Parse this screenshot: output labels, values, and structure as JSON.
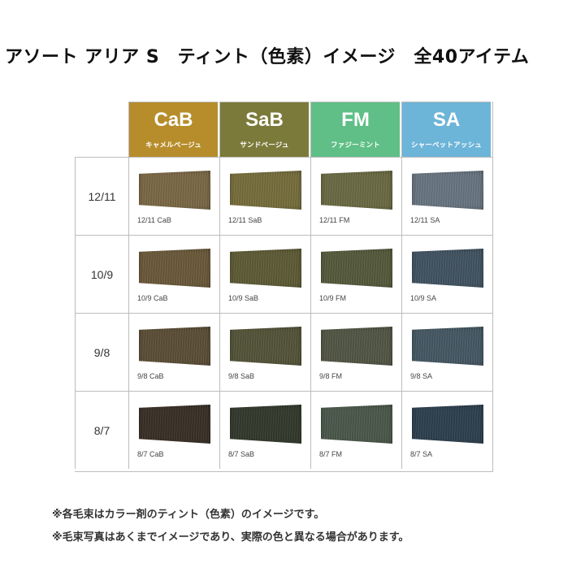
{
  "title": "アソート アリア S　ティント（色素）イメージ　全40アイテム",
  "columns": [
    {
      "code": "CaB",
      "name": "キャメルベージュ",
      "color": "#b78d2b"
    },
    {
      "code": "SaB",
      "name": "サンドベージュ",
      "color": "#7c7a3a"
    },
    {
      "code": "FM",
      "name": "ファジーミント",
      "color": "#5fbf86"
    },
    {
      "code": "SA",
      "name": "シャーベットアッシュ",
      "color": "#6cb4d8"
    }
  ],
  "rows": [
    {
      "level": "12/11",
      "cells": [
        {
          "label": "12/11 CaB",
          "color": "#7d6a48"
        },
        {
          "label": "12/11 SaB",
          "color": "#79703e"
        },
        {
          "label": "12/11 FM",
          "color": "#6c6c45"
        },
        {
          "label": "12/11 SA",
          "color": "#6a7783"
        }
      ]
    },
    {
      "level": "10/9",
      "cells": [
        {
          "label": "10/9 CaB",
          "color": "#6d5b3c"
        },
        {
          "label": "10/9 SaB",
          "color": "#5f5d37"
        },
        {
          "label": "10/9 FM",
          "color": "#575c3e"
        },
        {
          "label": "10/9 SA",
          "color": "#435564"
        }
      ]
    },
    {
      "level": "9/8",
      "cells": [
        {
          "label": "9/8 CaB",
          "color": "#5e5038"
        },
        {
          "label": "9/8 SaB",
          "color": "#55563a"
        },
        {
          "label": "9/8 FM",
          "color": "#545846"
        },
        {
          "label": "9/8 SA",
          "color": "#475a66"
        }
      ]
    },
    {
      "level": "8/7",
      "cells": [
        {
          "label": "8/7 CaB",
          "color": "#3b3127"
        },
        {
          "label": "8/7 SaB",
          "color": "#353a2e"
        },
        {
          "label": "8/7 FM",
          "color": "#4c5a4c"
        },
        {
          "label": "8/7 SA",
          "color": "#2f4150"
        }
      ]
    }
  ],
  "notes": [
    "※各毛束はカラー剤のティント（色素）のイメージです。",
    "※毛束写真はあくまでイメージであり、実際の色と異なる場合があります。"
  ]
}
